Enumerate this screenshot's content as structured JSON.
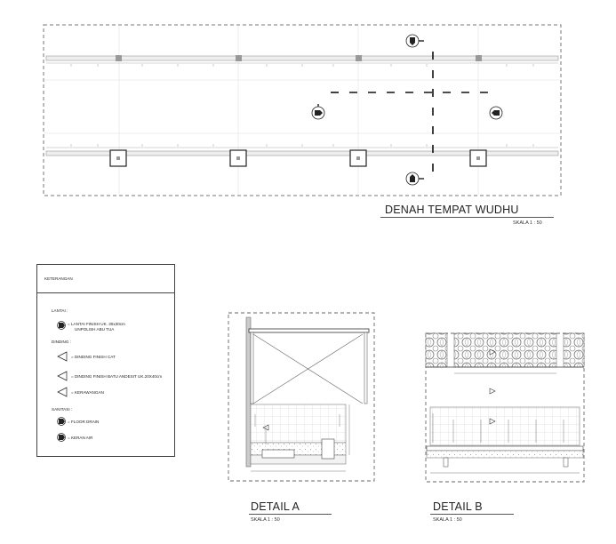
{
  "drawings": {
    "plan": {
      "title": "DENAH TEMPAT WUDHU",
      "scale": "SKALA 1 : 50"
    },
    "detail_a": {
      "title": "DETAIL A",
      "scale": "SKALA 1 : 50"
    },
    "detail_b": {
      "title": "DETAIL B",
      "scale": "SKALA 1 : 50"
    }
  },
  "legend": {
    "title": "KETERANGAN",
    "lantai_heading": "LANTAI :",
    "lantai_line1": "= LANTAI FINISH UK. 30x30cm",
    "lantai_line2": "UNPOLISH ABU TUA",
    "dinding_heading": "DINDING :",
    "dinding_cat": "= DINDING FINISH CAT",
    "dinding_batu": "= DINDING FINISH BATU ANDESIT UK.20X40cm",
    "kerawangan": "= KERAWANGAN",
    "sanitasi_heading": "SANITASI :",
    "floor_drain": "= FLOOR DRAIN",
    "keran_air": "= KERAN AIR"
  }
}
